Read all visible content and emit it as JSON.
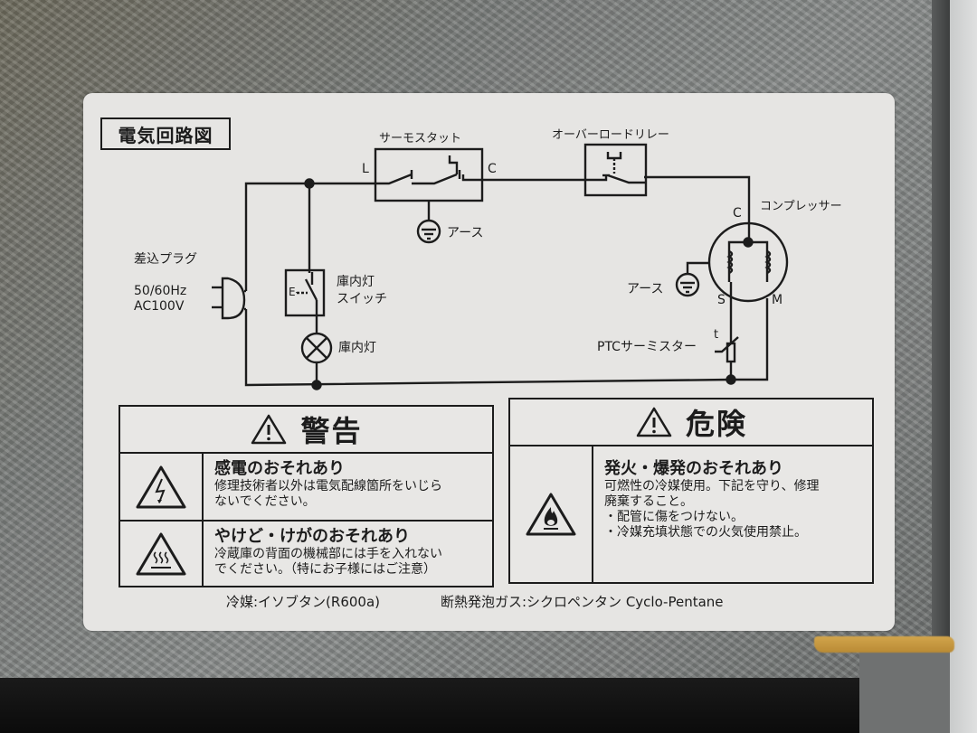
{
  "label": {
    "title": "電気回路図",
    "circuit": {
      "plug": {
        "name": "差込プラグ",
        "freq": "50/60Hz",
        "voltage": "AC100V"
      },
      "thermostat": {
        "name": "サーモスタット",
        "terminal_l": "L",
        "terminal_c": "C",
        "ground": "アース"
      },
      "overload_relay": {
        "name": "オーバーロードリレー"
      },
      "compressor": {
        "name": "コンプレッサー",
        "terminal_c": "C",
        "terminal_s": "S",
        "terminal_m": "M",
        "ground": "アース"
      },
      "lamp_switch": {
        "line1": "庫内灯",
        "line2": "スイッチ",
        "symbol": "E-"
      },
      "lamp": {
        "name": "庫内灯"
      },
      "ptc": {
        "name": "PTCサーミスター",
        "symbol": "t"
      }
    },
    "warning": {
      "header": "警告",
      "items": [
        {
          "icon": "electric-shock-icon",
          "title": "感電のおそれあり",
          "body": [
            "修理技術者以外は電気配線箇所をいじら",
            "ないでください。"
          ]
        },
        {
          "icon": "hot-surface-icon",
          "title": "やけど・けがのおそれあり",
          "body": [
            "冷蔵庫の背面の機械部には手を入れない",
            "でください。（特にお子様にはご注意）"
          ]
        }
      ]
    },
    "danger": {
      "header": "危険",
      "items": [
        {
          "icon": "flammable-icon",
          "title": "発火・爆発のおそれあり",
          "body": [
            "可燃性の冷媒使用。下記を守り、修理",
            "廃棄すること。",
            "・配管に傷をつけない。",
            "・冷媒充填状態での火気使用禁止。"
          ]
        }
      ]
    },
    "footer": {
      "refrigerant": "冷媒:イソブタン(R600a)",
      "foam_gas": "断熱発泡ガス:シクロペンタン Cyclo-Pentane"
    }
  }
}
